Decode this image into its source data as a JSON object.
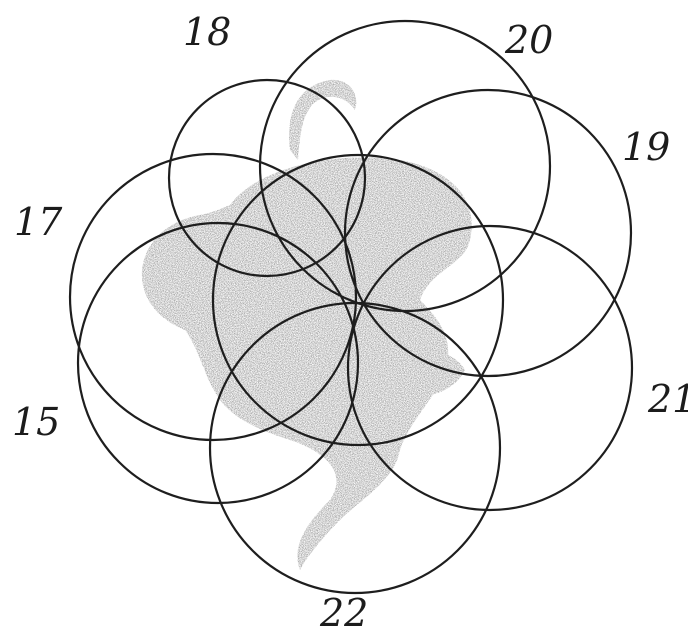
{
  "figure": {
    "labels": {
      "c18": "18",
      "c20": "20",
      "c19": "19",
      "c17": "17",
      "c21": "21",
      "c15": "15",
      "c22": "22"
    },
    "colors": {
      "ink": "#1e1e1e",
      "stipple": "#8a8a8a",
      "paper": "#ffffff"
    }
  }
}
